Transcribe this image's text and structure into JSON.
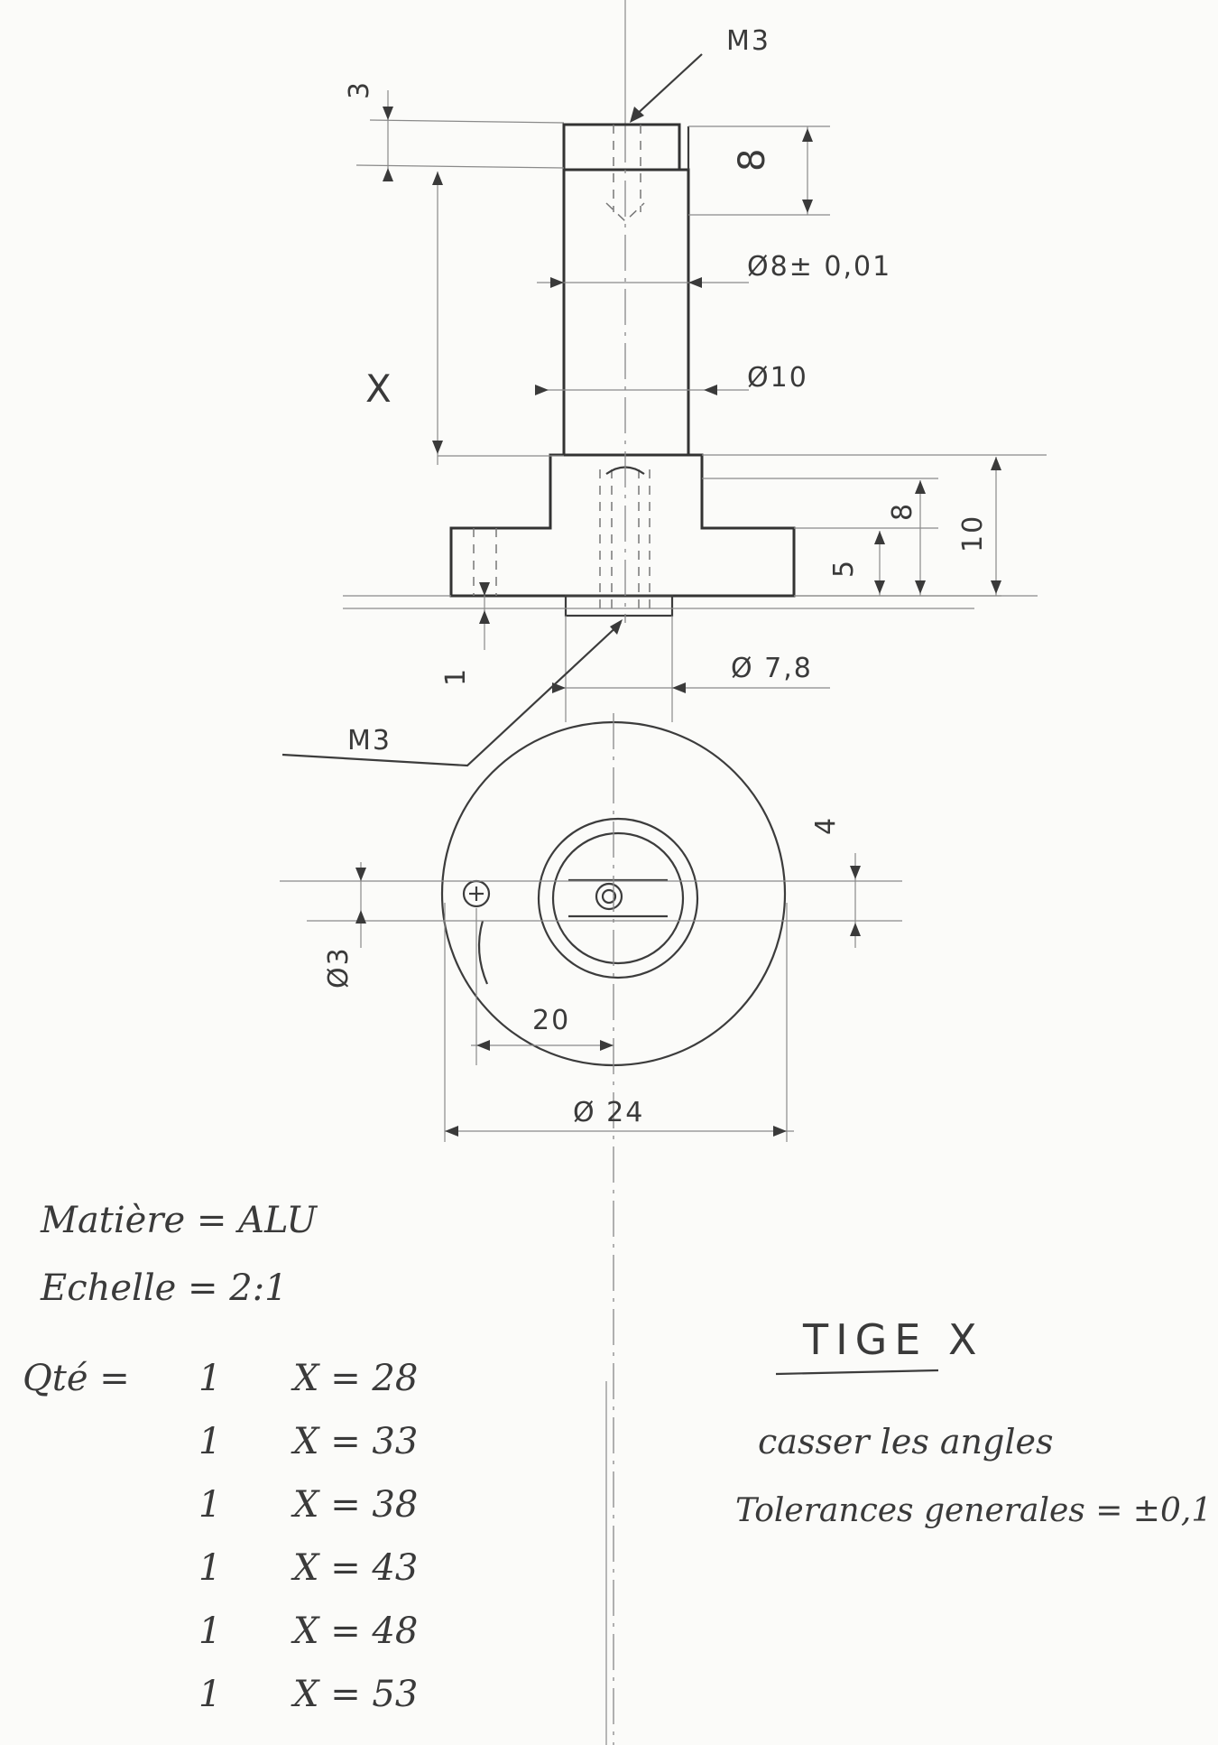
{
  "drawing": {
    "thread_top": "M3",
    "thread_bottom": "M3",
    "dim_head_height": "3",
    "dim_thread_depth": "8",
    "dim_shaft_diameter": "Ø8± 0,01",
    "dim_shaft_length": "X",
    "dim_collar_diameter": "Ø10",
    "dim_step_8": "8",
    "dim_step_5": "5",
    "dim_base_height": "10",
    "dim_pin": "1",
    "dim_spigot_diameter": "Ø 7,8",
    "dim_slot_width": "4",
    "dim_hole_diameter": "Ø3",
    "dim_hole_pitch": "20",
    "dim_outer_diameter": "Ø 24"
  },
  "notes": {
    "material": "Matière = ALU",
    "scale": "Echelle = 2:1",
    "quantity_label": "Qté =",
    "quantities": [
      {
        "qty": "1",
        "x": "X = 28"
      },
      {
        "qty": "1",
        "x": "X = 33"
      },
      {
        "qty": "1",
        "x": "X = 38"
      },
      {
        "qty": "1",
        "x": "X = 43"
      },
      {
        "qty": "1",
        "x": "X = 48"
      },
      {
        "qty": "1",
        "x": "X = 53"
      }
    ]
  },
  "title_block": {
    "title": "TIGE X",
    "remark": "casser les angles",
    "tolerance": "Tolerances generales = ±0,1"
  }
}
